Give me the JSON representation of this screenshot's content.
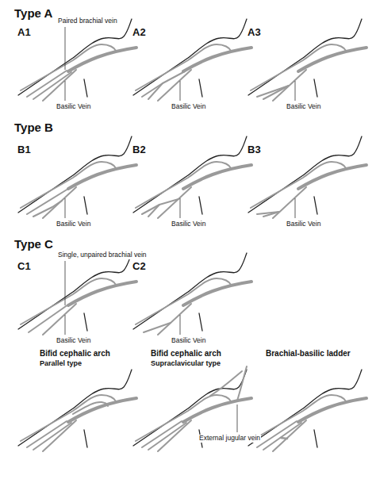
{
  "diagram": {
    "labels": [
      "Type A",
      "A1",
      "Paired brachial vein",
      "A2",
      "A3",
      "Basilic Vein",
      "Basilic Vein",
      "Basilic Vein",
      "Type B",
      "B1",
      "B2",
      "B3",
      "Basilic Vein",
      "Basilic Vein",
      "Basilic Vein",
      "Type C",
      "C1",
      "Single, unpaired brachial vein",
      "C2",
      "Basilic Vein",
      "Basilic Vein",
      "Bifid cephalic arch",
      "Parallel type",
      "Bifid cephalic arch",
      "Supraclavicular type",
      "External jugular vein",
      "Brachial-basilic ladder"
    ]
  }
}
